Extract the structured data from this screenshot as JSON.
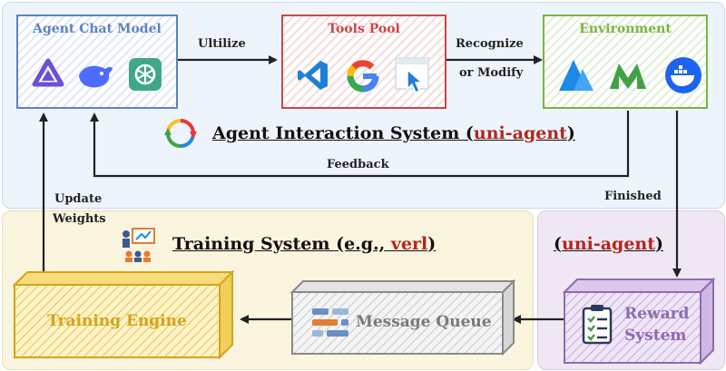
{
  "colors": {
    "agent_blue": "#5b83c4",
    "tools_red": "#c9474b",
    "env_green": "#7cb342",
    "training_yellow": "#d4a419",
    "queue_gray": "#8a8a8a",
    "reward_purple": "#8e6bb0",
    "accent_red": "#b3261e"
  },
  "agent_model": {
    "title": "Agent Chat Model",
    "icons": [
      "qwen-logo-icon",
      "deepseek-whale-icon",
      "openai-logo-icon"
    ]
  },
  "tools_pool": {
    "title": "Tools Pool",
    "icons": [
      "vscode-icon",
      "google-icon",
      "cursor-click-icon"
    ]
  },
  "environment": {
    "title": "Environment",
    "icons": [
      "mountain-logo-icon",
      "green-m-logo-icon",
      "docker-icon"
    ]
  },
  "edges": {
    "utilize": "Ultilize",
    "recognize_line1": "Recognize",
    "recognize_line2": "or Modify",
    "feedback": "Feedback",
    "finished": "Finished",
    "update_line1": "Update",
    "update_line2": "Weights"
  },
  "interaction_system": {
    "title_prefix": "Agent Interaction System (",
    "title_accent": "uni-agent",
    "title_suffix": ")"
  },
  "training_system": {
    "title_prefix": "Training System (e.g., ",
    "title_accent": "verl",
    "title_suffix": ")"
  },
  "reward_region": {
    "title_prefix": "(",
    "title_accent": "uni-agent",
    "title_suffix": ")"
  },
  "training_engine": {
    "label": "Training Engine"
  },
  "message_queue": {
    "label": "Message Queue"
  },
  "reward_system": {
    "line1": "Reward",
    "line2": "System"
  }
}
